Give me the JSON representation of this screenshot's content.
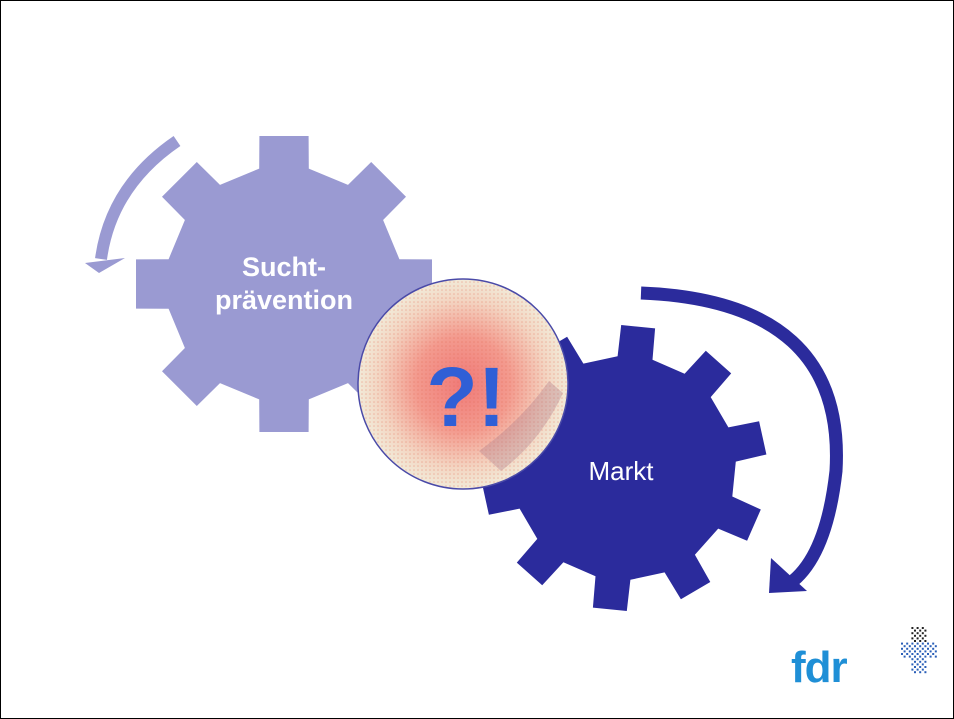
{
  "diagram": {
    "gear_left": {
      "label": "Sucht-\nprävention",
      "color": "#9a9ad2"
    },
    "gear_right": {
      "label": "Markt",
      "color": "#2b2b9c"
    },
    "center_circle": {
      "label": "?!",
      "label_color": "#2f5fd6"
    },
    "arrow_left_color": "#9a9ad2",
    "arrow_right_color": "#2b2b9c"
  },
  "logo": {
    "text": "fdr",
    "color": "#1f8fd6",
    "icon": "dotted-cross-icon"
  }
}
